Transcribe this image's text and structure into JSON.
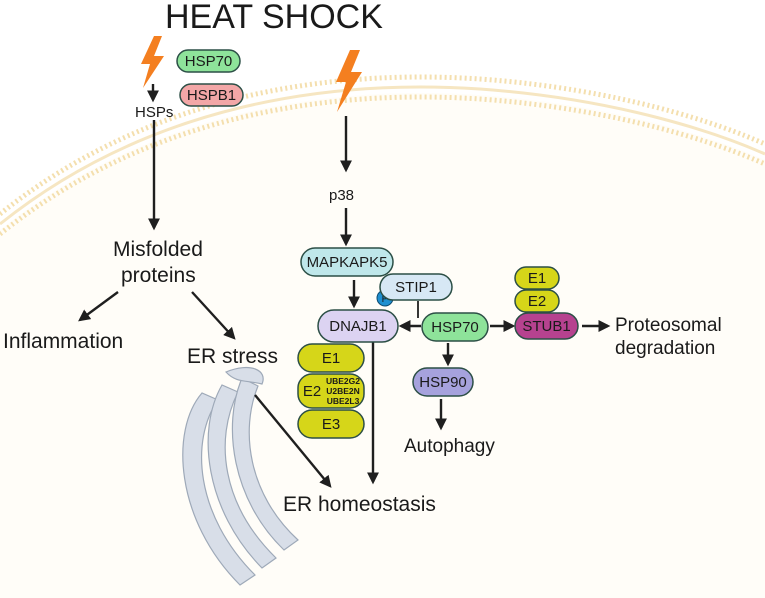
{
  "title": "HEAT SHOCK",
  "labels": {
    "hsps": "HSPs",
    "misfolded_line1": "Misfolded",
    "misfolded_line2": "proteins",
    "inflammation": "Inflammation",
    "er_stress": "ER stress",
    "p38": "p38",
    "er_homeostasis": "ER homeostasis",
    "autophagy": "Autophagy",
    "proteosomal_line1": "Proteosomal",
    "proteosomal_line2": "degradation"
  },
  "proteins": {
    "hsp70_top": "HSP70",
    "hspb1": "HSPB1",
    "mapkapk5": "MAPKAPK5",
    "dnajb1": "DNAJB1",
    "phospho": "P",
    "stip1": "STIP1",
    "hsp70": "HSP70",
    "hsp90": "HSP90",
    "stub1": "STUB1",
    "e1_right": "E1",
    "e2_right": "E2",
    "e1_left": "E1",
    "e2_left": "E2",
    "e2_sub1": "UBE2G2",
    "e2_sub2": "U2BE2N",
    "e2_sub3": "UBE2L3",
    "e3_left": "E3"
  },
  "colors": {
    "bolt": "#f47f20",
    "membrane": "#f4dfae",
    "membrane_fill": "#fdf6e3",
    "hsp_green": "#8ee39a",
    "hspb1_pink": "#f3a7a7",
    "mapkapk5_teal": "#bfe7ea",
    "dnajb1_lavender": "#dcd3f2",
    "stip1_blue": "#d7e8f5",
    "hsp90_purple": "#a6a2dd",
    "stub1_magenta": "#b6428f",
    "ubiquitin_yellow": "#d6d619",
    "phospho_blue": "#1e8fd0",
    "er_grey": "#d8dee8"
  }
}
